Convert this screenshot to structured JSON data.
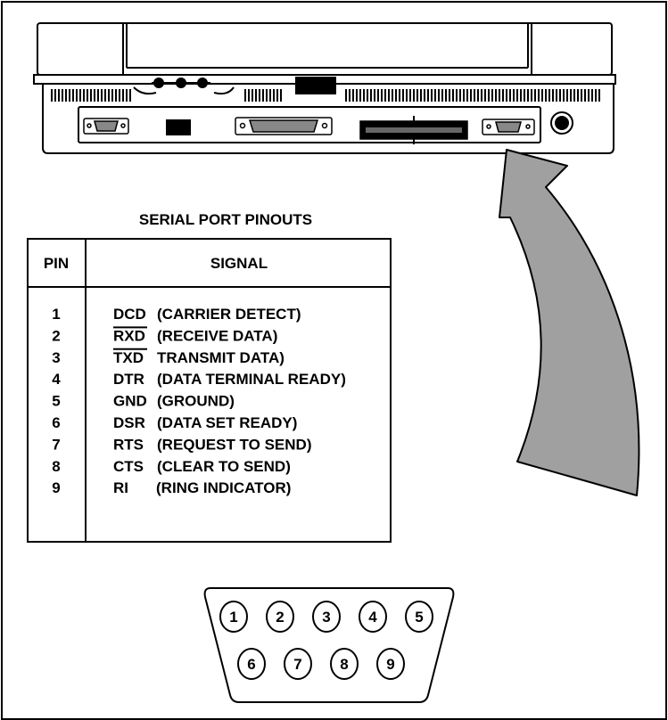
{
  "table": {
    "title": "SERIAL PORT PINOUTS",
    "header_pin": "PIN",
    "header_signal": "SIGNAL",
    "rows": [
      {
        "pin": "1",
        "abbr": "DCD",
        "desc": "(CARRIER DETECT)",
        "overline": false
      },
      {
        "pin": "2",
        "abbr": "RXD",
        "desc": "(RECEIVE DATA)",
        "overline": true
      },
      {
        "pin": "3",
        "abbr": "TXD",
        "desc": "TRANSMIT DATA)",
        "overline": true
      },
      {
        "pin": "4",
        "abbr": "DTR",
        "desc": "(DATA TERMINAL READY)",
        "overline": false
      },
      {
        "pin": "5",
        "abbr": "GND",
        "desc": "(GROUND)",
        "overline": false
      },
      {
        "pin": "6",
        "abbr": "DSR",
        "desc": "(DATA SET READY)",
        "overline": false
      },
      {
        "pin": "7",
        "abbr": "RTS",
        "desc": "(REQUEST TO SEND)",
        "overline": false
      },
      {
        "pin": "8",
        "abbr": "CTS",
        "desc": "(CLEAR TO SEND)",
        "overline": false
      },
      {
        "pin": "9",
        "abbr": "RI",
        "desc": "(RING INDICATOR)",
        "overline": false
      }
    ]
  },
  "connector": {
    "top_row": [
      "1",
      "2",
      "3",
      "4",
      "5"
    ],
    "bottom_row": [
      "6",
      "7",
      "8",
      "9"
    ]
  },
  "colors": {
    "line": "#000000",
    "arrow_fill": "#a0a0a0",
    "background": "#ffffff"
  }
}
